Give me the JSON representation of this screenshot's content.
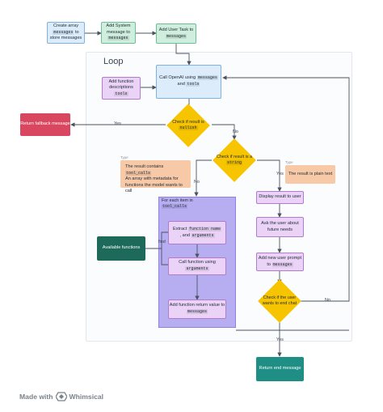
{
  "loop_title": "Loop",
  "nodes": {
    "create_array": {
      "text": "Create array",
      "code": "messages",
      "text2": "to store messages"
    },
    "add_system": {
      "text": "Add System message to",
      "code": "messages"
    },
    "add_user_task": {
      "text": "Add User Task to",
      "code": "messages"
    },
    "call_openai": {
      "text": "Call OpenAI using",
      "code1": "messages",
      "and": "and",
      "code2": "tools"
    },
    "add_function_desc": {
      "text": "Add function descriptions",
      "code": "tools"
    },
    "check_null": {
      "text": "Check if result is",
      "code": "nullish"
    },
    "return_fallback": {
      "text": "Return fallback message"
    },
    "check_string": {
      "text": "Check if result is a",
      "code": "string"
    },
    "tool_calls_note": {
      "text1": "The result contains",
      "code": "tool_calls",
      "text2": "An array with metadata for functions the model wants to call"
    },
    "plain_text_note": {
      "text": "The result is plain text"
    },
    "for_each": {
      "text": "For each item in",
      "code": "tool_calls"
    },
    "extract": {
      "text": "Extract",
      "code1": "function name",
      "and": ", and",
      "code2": "arguments"
    },
    "call_function": {
      "text": "Call function using",
      "code": "arguments"
    },
    "add_return": {
      "text": "Add function return value to",
      "code": "messages"
    },
    "available_functions": {
      "text": "Available functions"
    },
    "display_result": {
      "text": "Display result to user"
    },
    "ask_user": {
      "text": "Ask the user about future needs"
    },
    "add_new_prompt": {
      "text": "Add new user prompt to",
      "code": "messages"
    },
    "check_end": {
      "text": "Check if the user wants to end chat"
    },
    "return_end": {
      "text": "Return end message"
    }
  },
  "edge_labels": {
    "yes": "Yes",
    "no": "No",
    "find": "find"
  },
  "tags": {
    "type": "Type"
  },
  "footer": {
    "made_with": "Made with",
    "brand": "Whimsical"
  }
}
